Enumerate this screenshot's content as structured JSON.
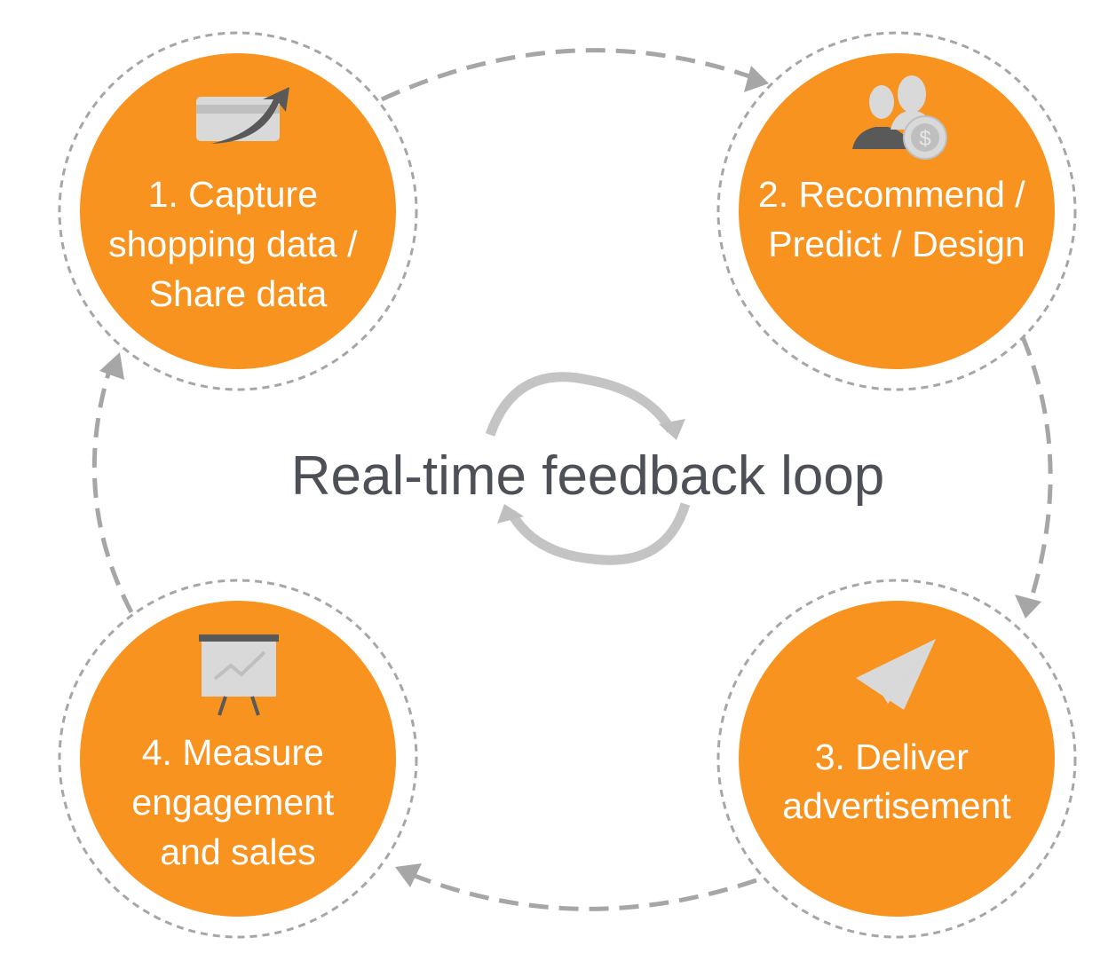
{
  "center": {
    "title": "Real-time feedback loop",
    "cycle_icon": "refresh-cycle-icon"
  },
  "steps": [
    {
      "lines": [
        "1. Capture",
        "shopping data /",
        "Share data"
      ],
      "icon": "credit-card-growth-icon"
    },
    {
      "lines": [
        "2. Recommend /",
        "Predict / Design"
      ],
      "icon": "people-money-icon"
    },
    {
      "lines": [
        "3. Deliver",
        "advertisement"
      ],
      "icon": "paper-plane-icon"
    },
    {
      "lines": [
        "4. Measure",
        "engagement",
        "and sales"
      ],
      "icon": "presentation-board-icon"
    }
  ],
  "colors": {
    "node_fill": "#f7931e",
    "connector": "#a6a6a6",
    "node_text": "#ffffff",
    "center_text": "#4d5157"
  }
}
